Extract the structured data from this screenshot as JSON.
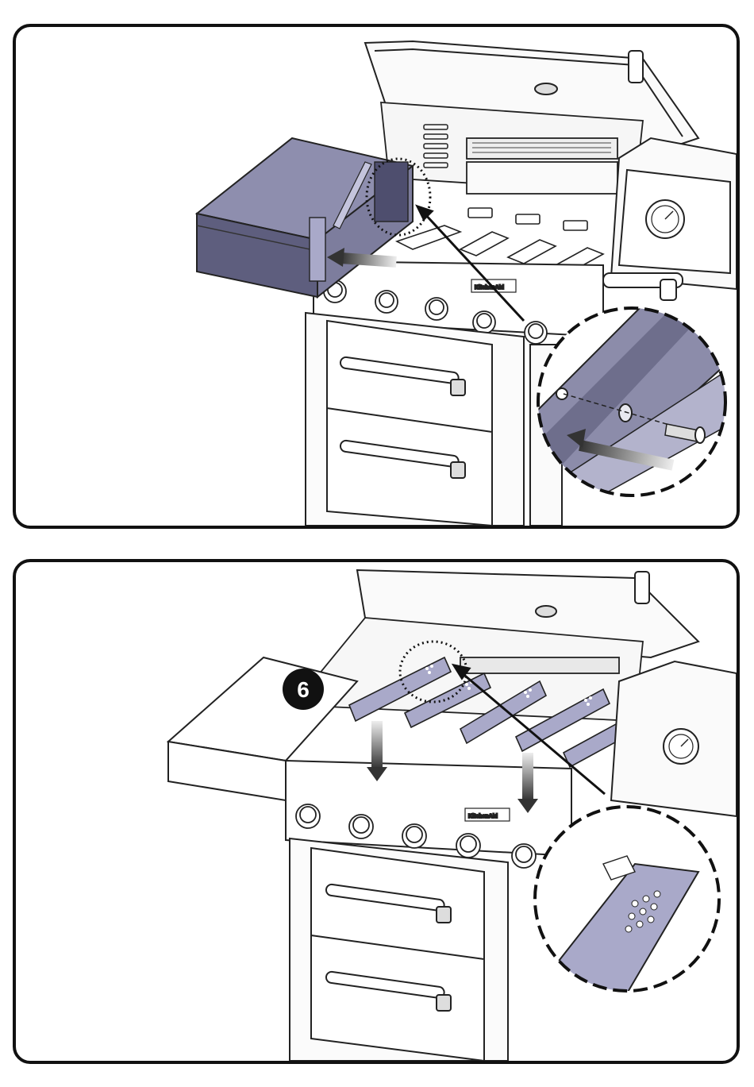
{
  "figure": {
    "panels": [
      {
        "id": "top",
        "content": "side-shelf-attachment",
        "callout": "bolt-and-washer-detail"
      },
      {
        "id": "bottom",
        "content": "heat-tent-installation",
        "callout": "heat-tent-slot-detail"
      }
    ],
    "step_number": "6",
    "brand_plate": "KitchenAid",
    "colors": {
      "accent": "#a9a9c9",
      "accent_dark": "#6e6e8c",
      "line": "#222222",
      "panel_border": "#111111"
    },
    "icons": [
      "arrow-icon",
      "dotted-circle-icon",
      "dashed-callout-icon",
      "thermometer-icon"
    ]
  }
}
